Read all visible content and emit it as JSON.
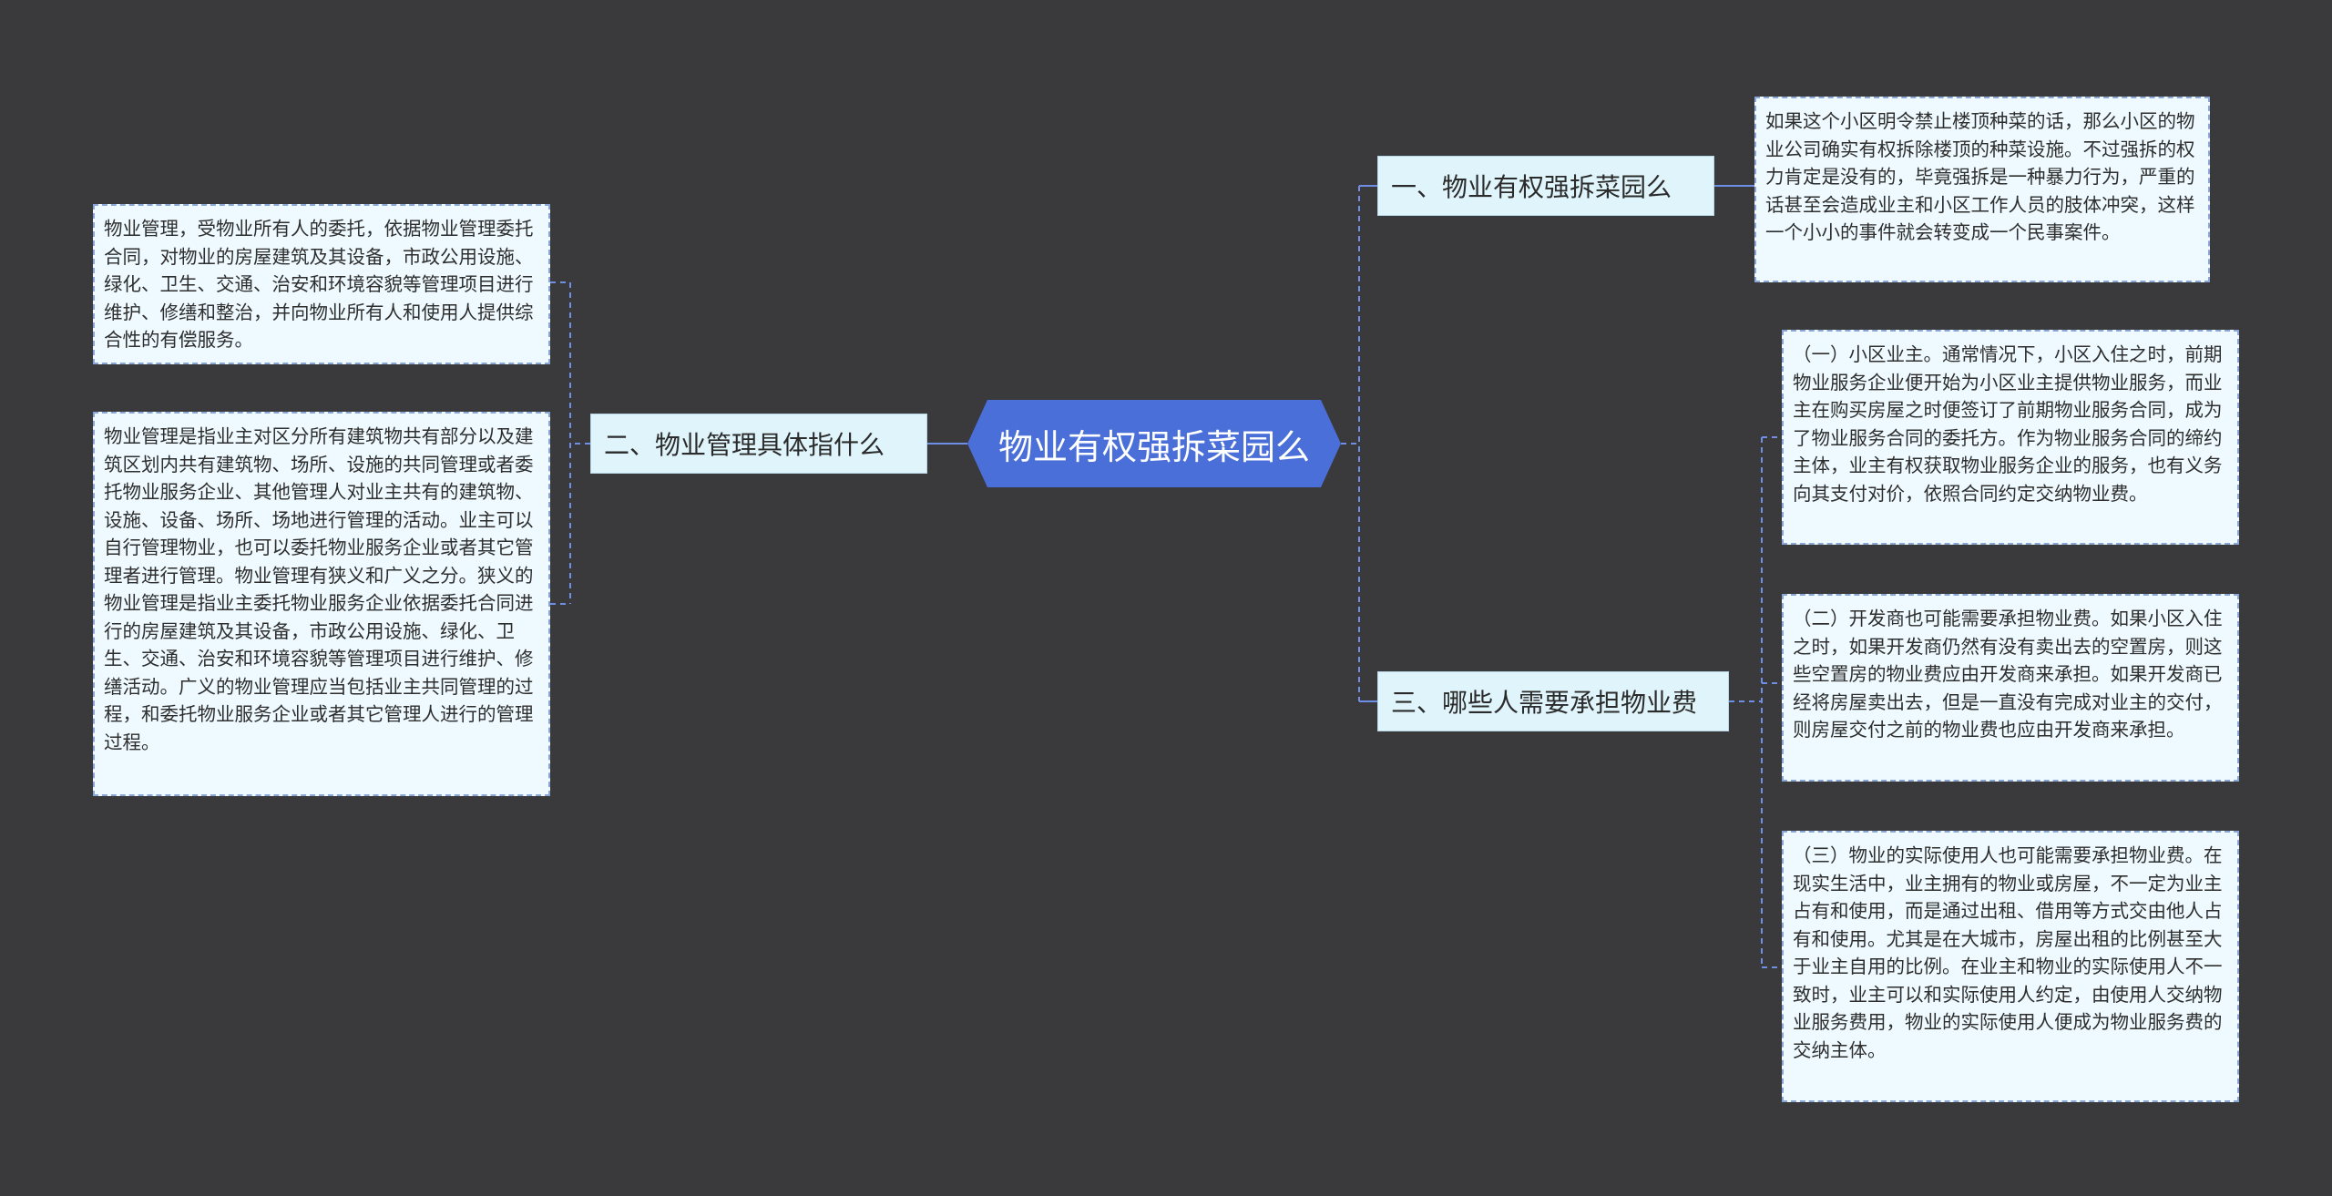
{
  "mindmap": {
    "root": "物业有权强拆菜园么",
    "branches": [
      {
        "label": "一、物业有权强拆菜园么",
        "children": [
          "如果这个小区明令禁止楼顶种菜的话，那么小区的物业公司确实有权拆除楼顶的种菜设施。不过强拆的权力肯定是没有的，毕竟强拆是一种暴力行为，严重的话甚至会造成业主和小区工作人员的肢体冲突，这样一个小小的事件就会转变成一个民事案件。"
        ]
      },
      {
        "label": "二、物业管理具体指什么",
        "children": [
          "物业管理，受物业所有人的委托，依据物业管理委托合同，对物业的房屋建筑及其设备，市政公用设施、绿化、卫生、交通、治安和环境容貌等管理项目进行维护、修缮和整治，并向物业所有人和使用人提供综合性的有偿服务。",
          "物业管理是指业主对区分所有建筑物共有部分以及建筑区划内共有建筑物、场所、设施的共同管理或者委托物业服务企业、其他管理人对业主共有的建筑物、设施、设备、场所、场地进行管理的活动。业主可以自行管理物业，也可以委托物业服务企业或者其它管理者进行管理。物业管理有狭义和广义之分。狭义的物业管理是指业主委托物业服务企业依据委托合同进行的房屋建筑及其设备，市政公用设施、绿化、卫生、交通、治安和环境容貌等管理项目进行维护、修缮活动。广义的物业管理应当包括业主共同管理的过程，和委托物业服务企业或者其它管理人进行的管理过程。"
        ]
      },
      {
        "label": "三、哪些人需要承担物业费",
        "children": [
          "（一）小区业主。通常情况下，小区入住之时，前期物业服务企业便开始为小区业主提供物业服务，而业主在购买房屋之时便签订了前期物业服务合同，成为了物业服务合同的委托方。作为物业服务合同的缔约主体，业主有权获取物业服务企业的服务，也有义务向其支付对价，依照合同约定交纳物业费。",
          "（二）开发商也可能需要承担物业费。如果小区入住之时，如果开发商仍然有没有卖出去的空置房，则这些空置房的物业费应由开发商来承担。如果开发商已经将房屋卖出去，但是一直没有完成对业主的交付，则房屋交付之前的物业费也应由开发商来承担。",
          "（三）物业的实际使用人也可能需要承担物业费。在现实生活中，业主拥有的物业或房屋，不一定为业主占有和使用，而是通过出租、借用等方式交由他人占有和使用。尤其是在大城市，房屋出租的比例甚至大于业主自用的比例。在业主和物业的实际使用人不一致时，业主可以和实际使用人约定，由使用人交纳物业服务费用，物业的实际使用人便成为物业服务费的交纳主体。"
        ]
      }
    ]
  },
  "colors": {
    "background": "#3a393c",
    "root_fill": "#4a6fd8",
    "branch_fill": "#dff4fb",
    "leaf_fill": "#eefaff",
    "connector": "#6f8ee6"
  }
}
